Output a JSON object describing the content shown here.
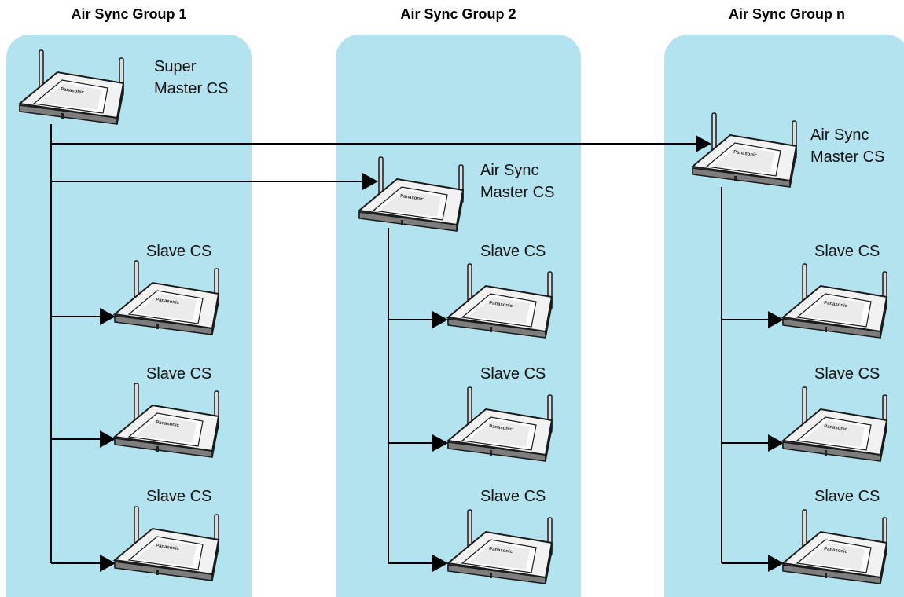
{
  "colors": {
    "panel": "#b3e3ee",
    "line": "#000000",
    "device_top": "#f2f2f2",
    "device_side": "#9a9a9a",
    "device_edge": "#1a1a1a"
  },
  "groups": [
    {
      "title": "Air Sync Group 1",
      "master": {
        "line1": "Super",
        "line2": "Master CS"
      },
      "slaves": [
        "Slave CS",
        "Slave CS",
        "Slave CS"
      ]
    },
    {
      "title": "Air Sync Group 2",
      "master": {
        "line1": "Air Sync",
        "line2": "Master CS"
      },
      "slaves": [
        "Slave CS",
        "Slave CS",
        "Slave CS"
      ]
    },
    {
      "title": "Air Sync Group n",
      "master": {
        "line1": "Air Sync",
        "line2": "Master CS"
      },
      "slaves": [
        "Slave CS",
        "Slave CS",
        "Slave CS"
      ]
    }
  ],
  "device_icon": "base-station-icon",
  "brand": "Panasonic"
}
